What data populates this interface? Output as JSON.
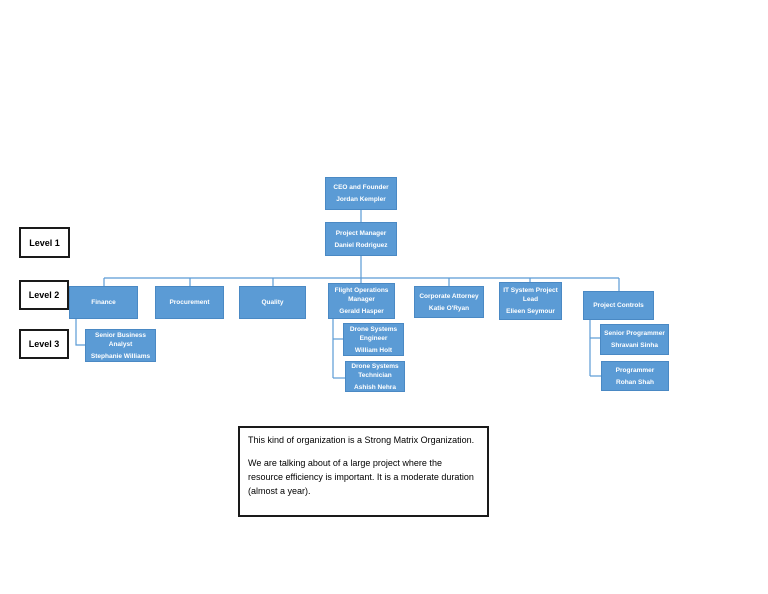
{
  "colors": {
    "box_fill": "#5B9BD5",
    "box_border": "#4A89C4",
    "box_text": "#FFFFFF",
    "connector": "#5B9BD5",
    "label_border": "#1A1A1A"
  },
  "levels": [
    {
      "label": "Level 1"
    },
    {
      "label": "Level 2"
    },
    {
      "label": "Level 3"
    }
  ],
  "org": {
    "ceo": {
      "title": "CEO and Founder",
      "name": "Jordan Kempler"
    },
    "project_manager": {
      "title": "Project Manager",
      "name": "Daniel Rodriguez"
    },
    "level2": [
      {
        "title": "Finance",
        "name": ""
      },
      {
        "title": "Procurement",
        "name": ""
      },
      {
        "title": "Quality",
        "name": ""
      },
      {
        "title": "Flight Operations Manager",
        "name": "Gerald Hasper"
      },
      {
        "title": "Corporate Attorney",
        "name": "Katie O'Ryan"
      },
      {
        "title": "IT System Project Lead",
        "name": "Elieen Seymour"
      },
      {
        "title": "Project Controls",
        "name": ""
      }
    ],
    "level3": [
      {
        "title": "Senior Business Analyst",
        "name": "Stephanie Williams"
      },
      {
        "title": "Drone Systems Engineer",
        "name": "William Holt"
      },
      {
        "title": "Drone Systems Technician",
        "name": "Ashish Nehra"
      },
      {
        "title": "Senior Programmer",
        "name": "Shravani Sinha"
      },
      {
        "title": "Programmer",
        "name": "Rohan Shah"
      }
    ]
  },
  "note": {
    "paragraph1": "This kind of organization is a Strong Matrix Organization.",
    "paragraph2": "We are talking about of a large project where the resource efficiency is important. It is a moderate duration (almost a year)."
  }
}
